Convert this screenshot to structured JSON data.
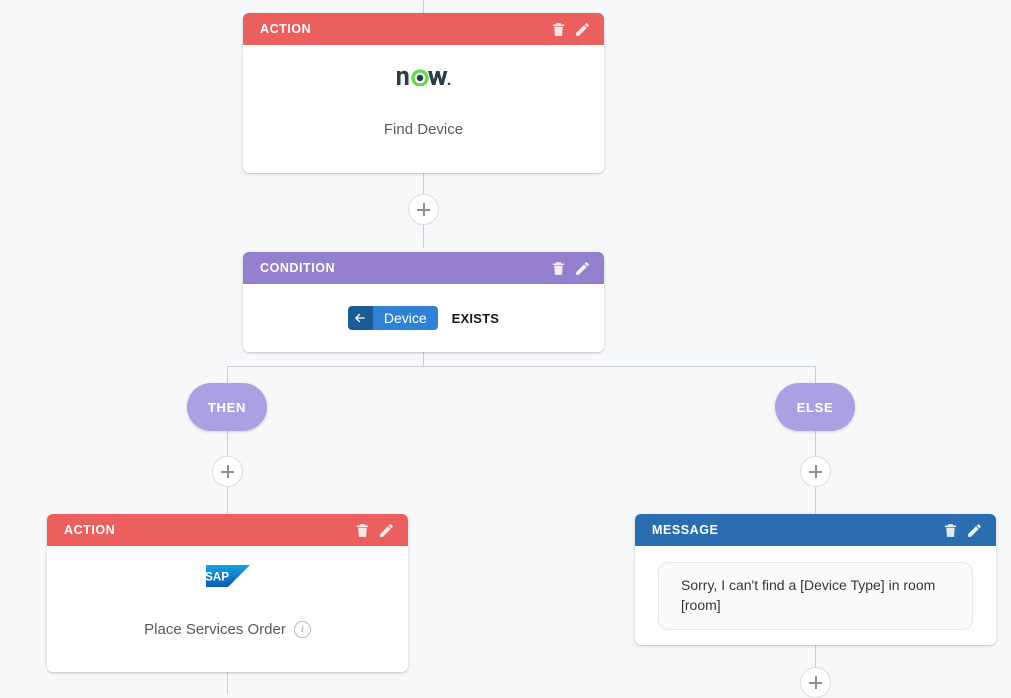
{
  "canvas": {
    "background_color": "#f7f8fa",
    "connector_color": "#c9ccd4"
  },
  "nodes": [
    {
      "id": "find-device",
      "type_label": "ACTION",
      "header_color": "#ec5f5f",
      "logo": "servicenow-now-logo",
      "title": "Find Device"
    },
    {
      "id": "device-exists",
      "type_label": "CONDITION",
      "header_color": "#9480ce",
      "variable_chip": "Device",
      "operator": "EXISTS"
    },
    {
      "id": "place-services-order",
      "type_label": "ACTION",
      "header_color": "#ec5f5f",
      "logo": "sap-logo",
      "title": "Place Services Order",
      "has_info_icon": true
    },
    {
      "id": "not-found-message",
      "type_label": "MESSAGE",
      "header_color": "#2a6db0",
      "text": "Sorry, I can't find a [Device Type] in room [room]"
    }
  ],
  "branches": {
    "then_label": "THEN",
    "else_label": "ELSE",
    "pill_color": "#ada0e2"
  },
  "icons": {
    "delete": "trash-icon",
    "edit": "pencil-icon",
    "add": "plus-icon",
    "info": "info-icon",
    "back_arrow": "arrow-left-icon"
  },
  "add_buttons": [
    {
      "id": "add-after-find-device",
      "label": "+"
    },
    {
      "id": "add-then-branch",
      "label": "+"
    },
    {
      "id": "add-else-branch",
      "label": "+"
    },
    {
      "id": "add-after-message",
      "label": "+"
    }
  ]
}
